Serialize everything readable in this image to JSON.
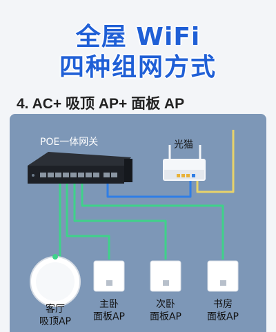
{
  "title_line1": "全屋 WiFi",
  "title_line2": "四种组网方式",
  "section_heading": "4. AC+ 吸顶 AP+ 面板 AP",
  "nodes": {
    "switch": "POE一体网关",
    "modem": "光猫",
    "ap_ceiling": {
      "room": "客厅",
      "type": "吸顶AP"
    },
    "ap_master": {
      "room": "主卧",
      "type": "面板AP"
    },
    "ap_second": {
      "room": "次卧",
      "type": "面板AP"
    },
    "ap_study": {
      "room": "书房",
      "type": "面板AP"
    }
  },
  "colors": {
    "title": "#1f5fd6",
    "panel_bg": "#7d97b7",
    "cable_green": "#3fd28a",
    "cable_blue": "#2f7ee6",
    "cable_yellow": "#e8d36a"
  }
}
